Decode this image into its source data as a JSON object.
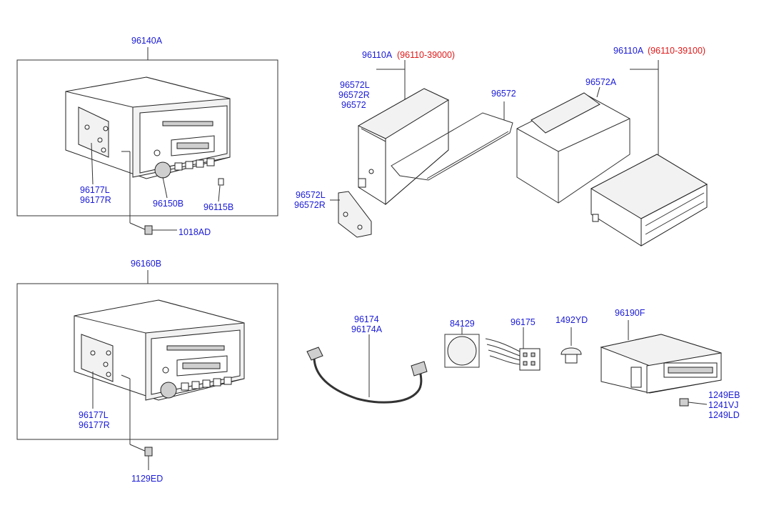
{
  "labels": {
    "audio_unit_top": "96140A",
    "audio_unit_bottom": "96160B",
    "bracket_lr_top_l": "96177L",
    "bracket_lr_top_r": "96177R",
    "knob": "96150B",
    "knob_small": "96115B",
    "screw_top": "1018AD",
    "bracket_lr_bottom_l": "96177L",
    "bracket_lr_bottom_r": "96177R",
    "screw_bottom": "1129ED",
    "changer_1": "96110A",
    "changer_1_code": "(96110-39000)",
    "changer_1_bracket_l": "96572L",
    "changer_1_bracket_r": "96572R",
    "changer_1_bracket": "96572",
    "changer_1_stay": "96572",
    "changer_1_side_l": "96572L",
    "changer_1_side_r": "96572R",
    "changer_2": "96110A",
    "changer_2_code": "(96110-39100)",
    "changer_2_bracket": "96572A",
    "cable_1": "96174",
    "cable_2": "96174A",
    "cap": "84129",
    "connector": "96175",
    "clip": "1492YD",
    "amp": "96190F",
    "amp_screw_1": "1249EB",
    "amp_screw_2": "1241VJ",
    "amp_screw_3": "1249LD"
  },
  "colors": {
    "label_blue": "#1a1ad8",
    "label_red": "#e01818",
    "line": "#333333"
  }
}
